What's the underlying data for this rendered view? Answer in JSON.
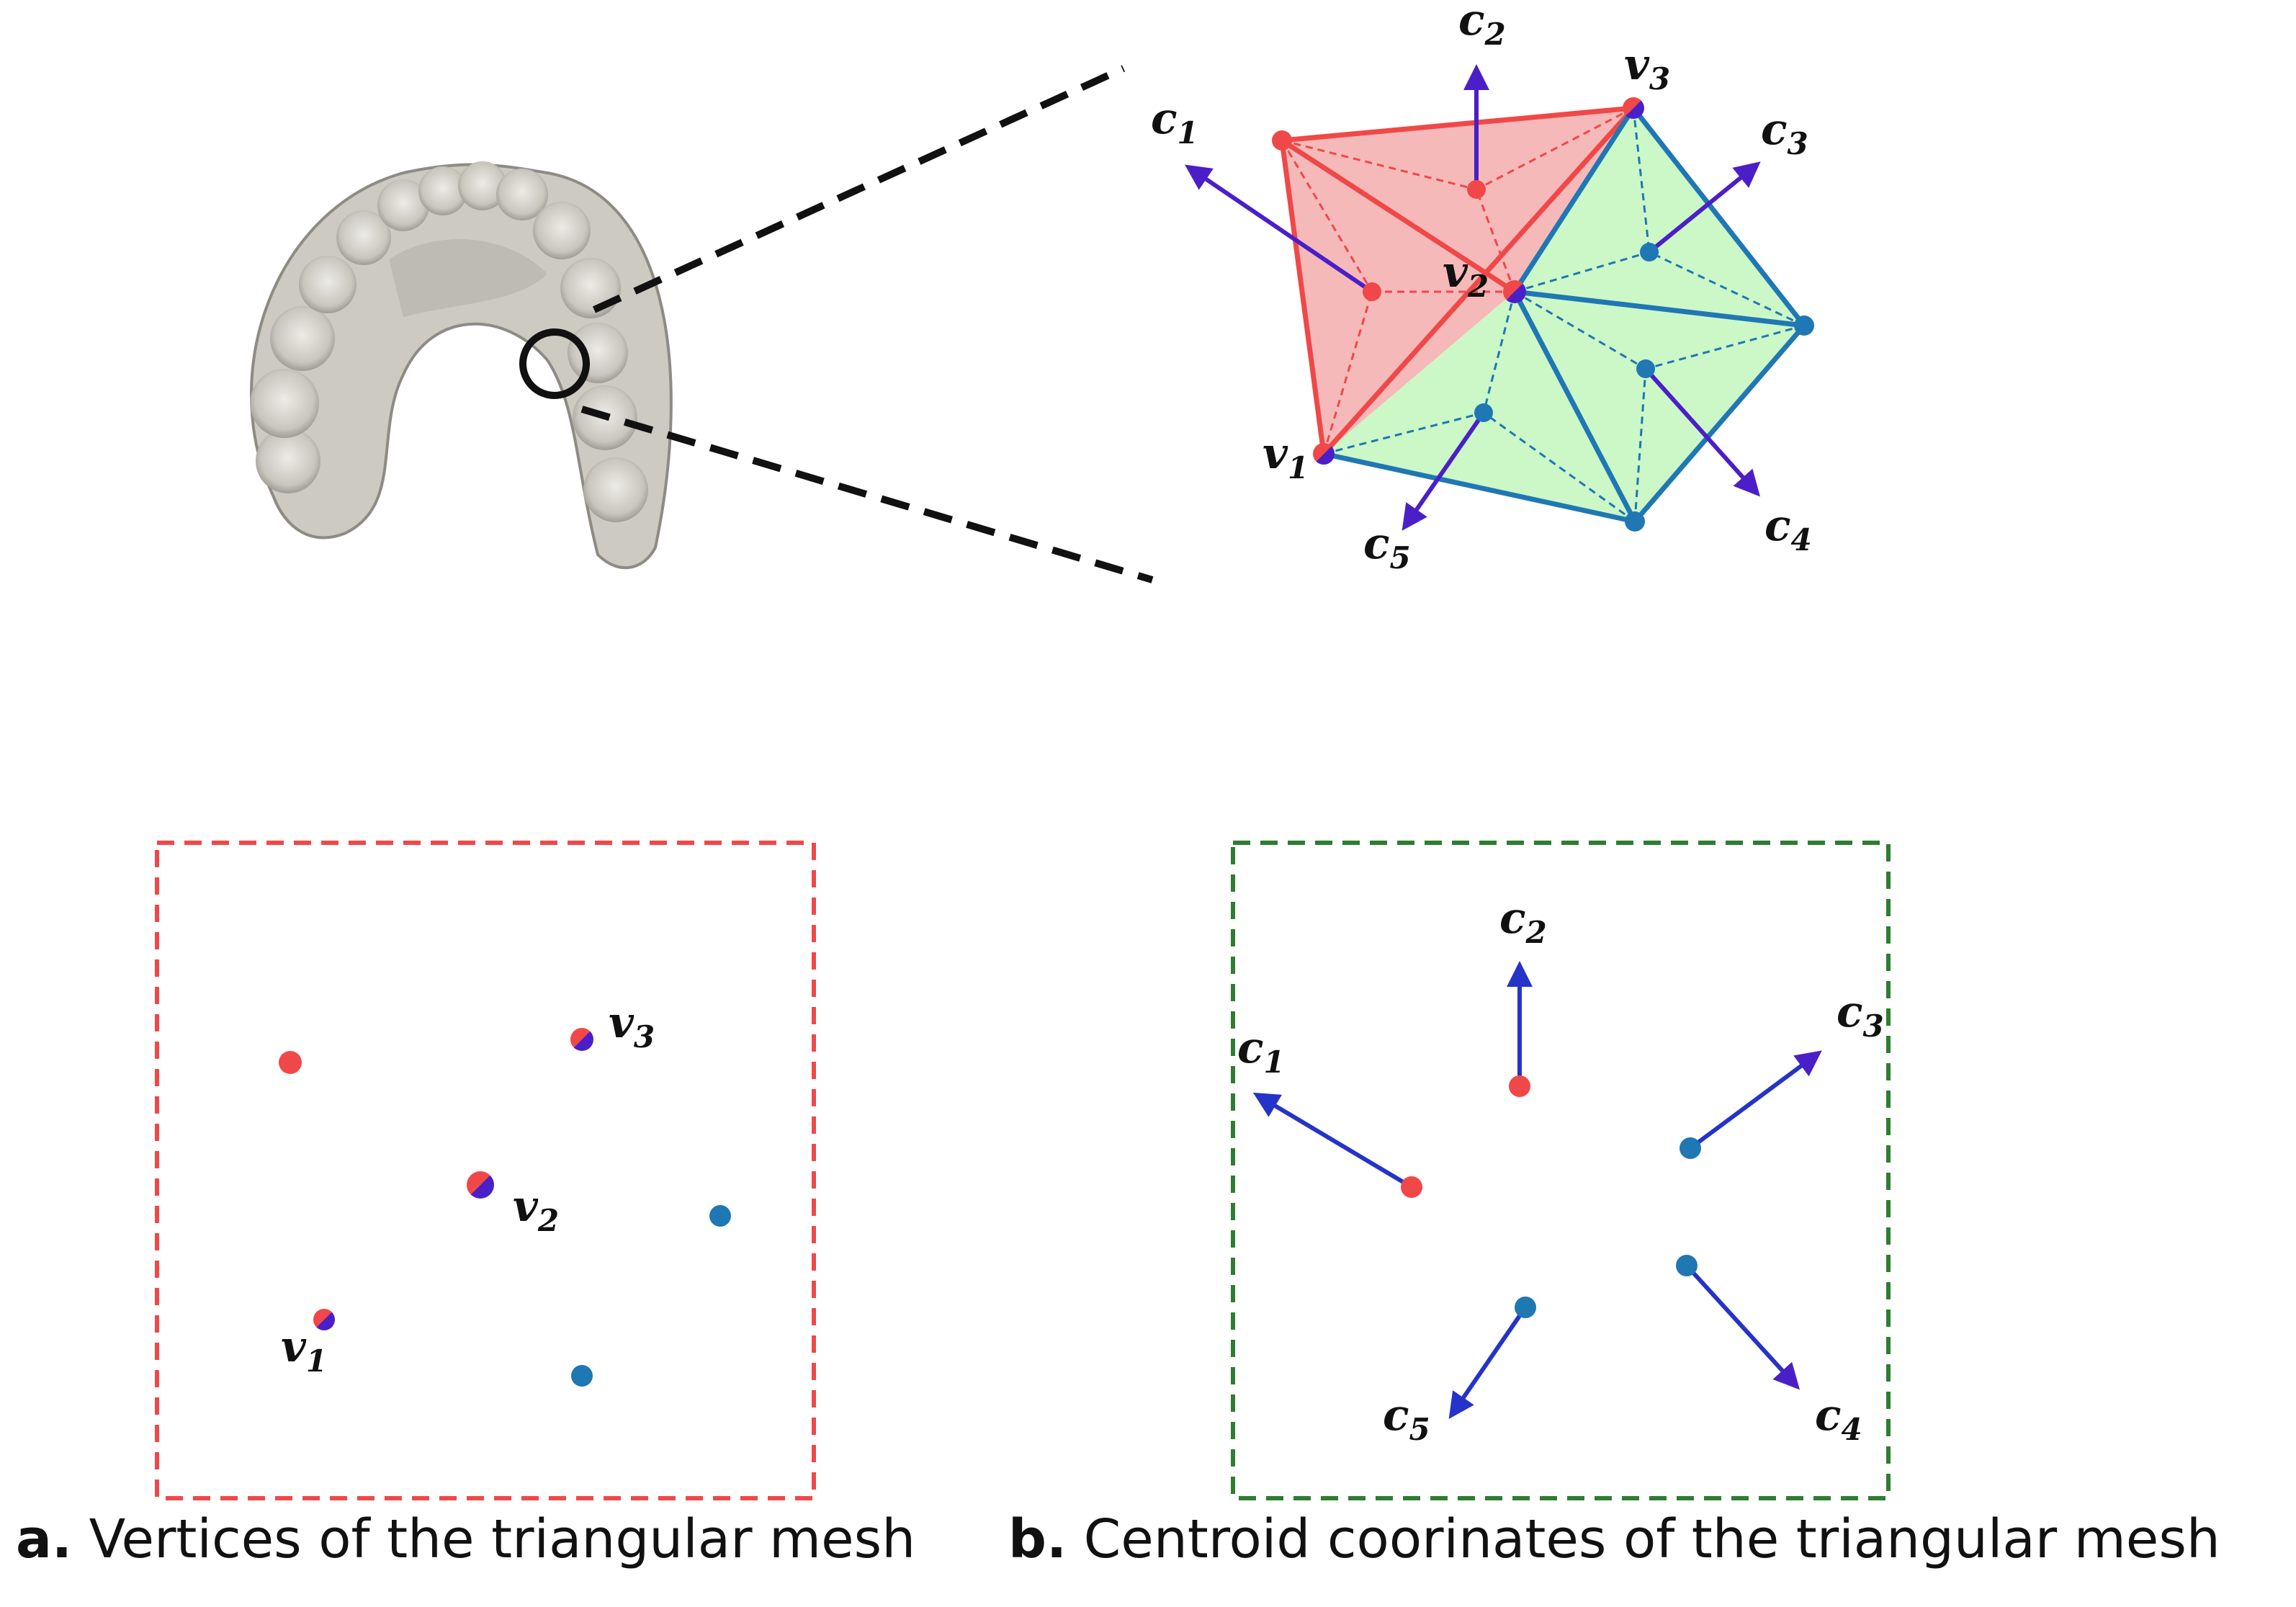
{
  "labels": {
    "v1": "v",
    "v1_sub": "1",
    "v2": "v",
    "v2_sub": "2",
    "v3": "v",
    "v3_sub": "3",
    "c1": "c",
    "c1_sub": "1",
    "c2": "c",
    "c2_sub": "2",
    "c3": "c",
    "c3_sub": "3",
    "c4": "c",
    "c4_sub": "4",
    "c5": "c",
    "c5_sub": "5"
  },
  "captions": {
    "a_letter": "a.",
    "a_text": " Vertices of the triangular mesh",
    "b_letter": "b.",
    "b_text": " Centroid coorinates of the triangular mesh"
  },
  "colors": {
    "red": "#f04848",
    "blue": "#1f77b4",
    "arrow": "#4b1fc8",
    "red_fill": "#f5b1b1",
    "green_fill": "#c9f7c4",
    "green_box": "#2e7d32",
    "model": "#d2cfc8"
  },
  "icons": {
    "dental_model": "dental-arch-model",
    "zoom_circle": "magnifier-circle"
  }
}
